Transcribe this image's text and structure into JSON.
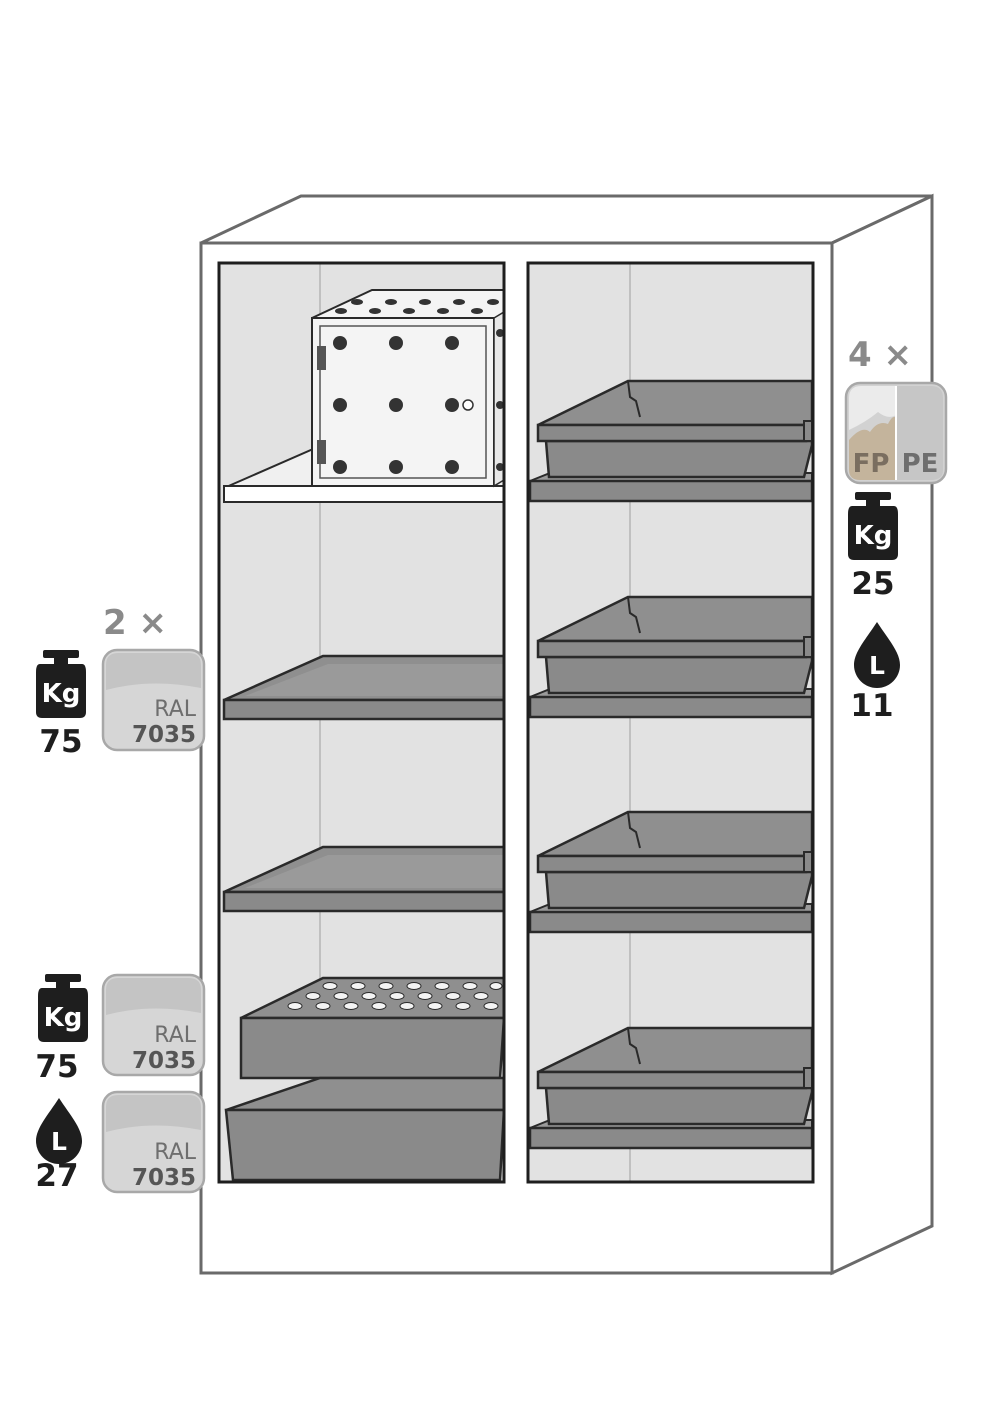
{
  "spec_left_top": {
    "quantity": "2 ×",
    "weight_icon_label": "Kg",
    "weight_value": "75",
    "color_chip_label": "RAL",
    "color_chip_code": "7035"
  },
  "spec_left_bottom": {
    "weight_icon_label": "Kg",
    "weight_value": "75",
    "color_chip_label": "RAL",
    "color_chip_code": "7035",
    "volume_icon_label": "L",
    "volume_value": "27",
    "volume_chip_label": "RAL",
    "volume_chip_code": "7035"
  },
  "spec_right": {
    "quantity": "4 ×",
    "material_a": "FP",
    "material_b": "PE",
    "weight_icon_label": "Kg",
    "weight_value": "25",
    "volume_icon_label": "L",
    "volume_value": "11"
  },
  "colors": {
    "cabinet_outline": "#6a6a6a",
    "interior": "#e2e2e2",
    "shelf": "#8f8f8f",
    "shelf_dark": "#7a7a7a",
    "icon": "#1e1e1e",
    "chip": "#d6d6d6"
  }
}
